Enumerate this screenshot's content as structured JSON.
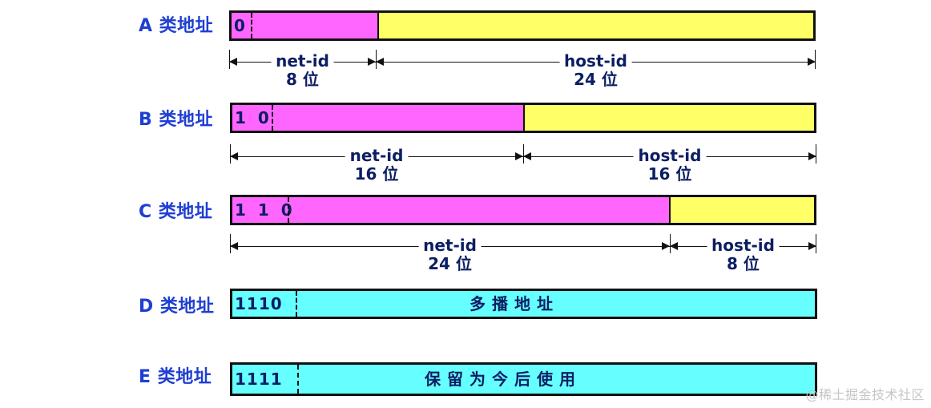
{
  "diagram": {
    "classes": [
      {
        "label": "A 类地址",
        "prefix": "0",
        "segments": [
          {
            "name": "net",
            "fraction": 0.25,
            "color": "#ff66ff"
          },
          {
            "name": "host",
            "fraction": 0.75,
            "color": "#ffff66"
          }
        ],
        "measure": [
          {
            "label": "net-id",
            "bits": "8 位"
          },
          {
            "label": "host-id",
            "bits": "24 位"
          }
        ]
      },
      {
        "label": "B 类地址",
        "prefix": "1 0",
        "segments": [
          {
            "name": "net",
            "fraction": 0.5,
            "color": "#ff66ff"
          },
          {
            "name": "host",
            "fraction": 0.5,
            "color": "#ffff66"
          }
        ],
        "measure": [
          {
            "label": "net-id",
            "bits": "16 位"
          },
          {
            "label": "host-id",
            "bits": "16 位"
          }
        ]
      },
      {
        "label": "C 类地址",
        "prefix": "1 1 0",
        "segments": [
          {
            "name": "net",
            "fraction": 0.75,
            "color": "#ff66ff"
          },
          {
            "name": "host",
            "fraction": 0.25,
            "color": "#ffff66"
          }
        ],
        "measure": [
          {
            "label": "net-id",
            "bits": "24 位"
          },
          {
            "label": "host-id",
            "bits": "8 位"
          }
        ]
      },
      {
        "label": "D 类地址",
        "prefix": "1110",
        "text": "多播地址",
        "segments": [
          {
            "name": "multicast",
            "fraction": 1.0,
            "color": "#66ffff"
          }
        ]
      },
      {
        "label": "E 类地址",
        "prefix": "1111",
        "text": "保留为今后使用",
        "segments": [
          {
            "name": "reserved",
            "fraction": 1.0,
            "color": "#66ffff"
          }
        ]
      }
    ]
  },
  "watermark": "@稀土掘金技术社区"
}
